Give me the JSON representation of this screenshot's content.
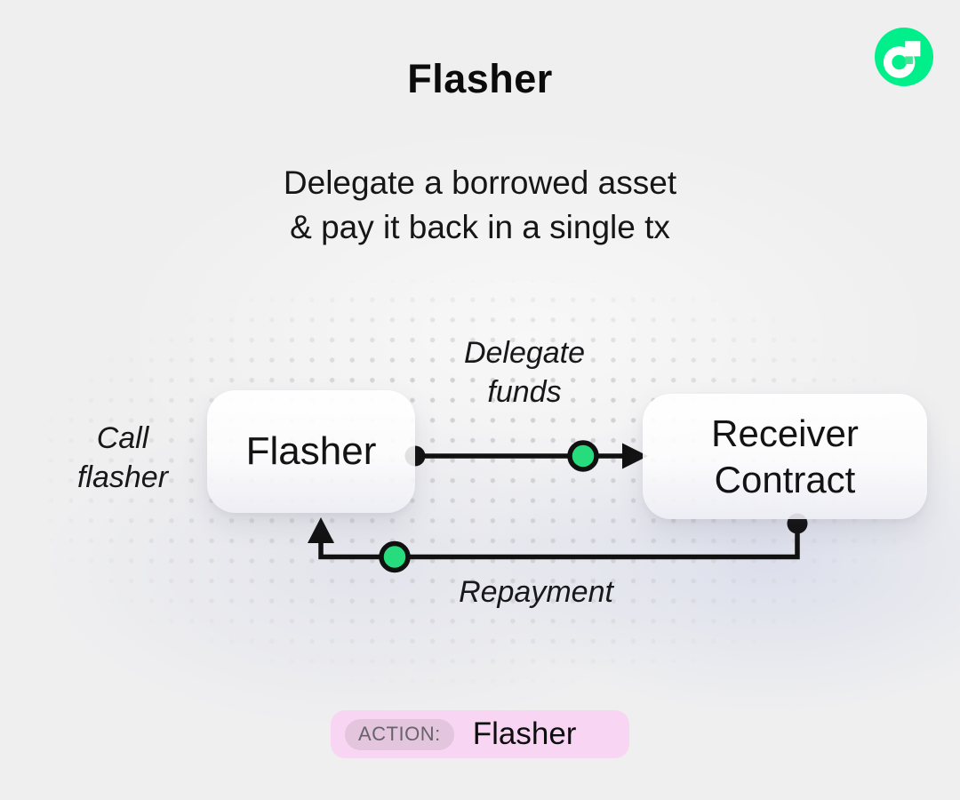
{
  "header": {
    "title": "Flasher",
    "subtitle_line1": "Delegate a borrowed asset",
    "subtitle_line2": "& pay it back in a single tx"
  },
  "logo": {
    "name": "flow-logo",
    "bg_color": "#00ef8b",
    "mark_color": "#ffffff",
    "notch_color": "#41e596"
  },
  "diagram": {
    "flasher_node_label": "Flasher",
    "receiver_node_line1": "Receiver",
    "receiver_node_line2": "Contract",
    "call_flasher_line1": "Call",
    "call_flasher_line2": "flasher",
    "delegate_funds_line1": "Delegate",
    "delegate_funds_line2": "funds",
    "repayment_label": "Repayment",
    "accent_green": "#26dc7d",
    "line_color": "#111111"
  },
  "action_badge": {
    "label": "ACTION:",
    "value": "Flasher",
    "pill_color": "#f8d6f3",
    "label_pill_color": "#e3c5de"
  }
}
